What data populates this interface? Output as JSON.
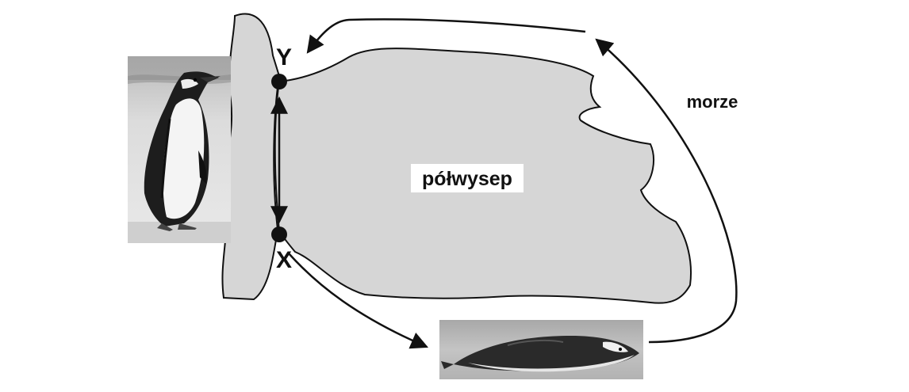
{
  "labels": {
    "point_y": "Y",
    "point_x": "X",
    "peninsula": "półwysep",
    "sea": "morze"
  },
  "colors": {
    "land": "#d6d6d6",
    "outline": "#111111",
    "background": "#ffffff"
  },
  "pictures": {
    "standing_penguin": "standing-penguin-photo",
    "swimming_penguin": "swimming-penguin-photo"
  }
}
